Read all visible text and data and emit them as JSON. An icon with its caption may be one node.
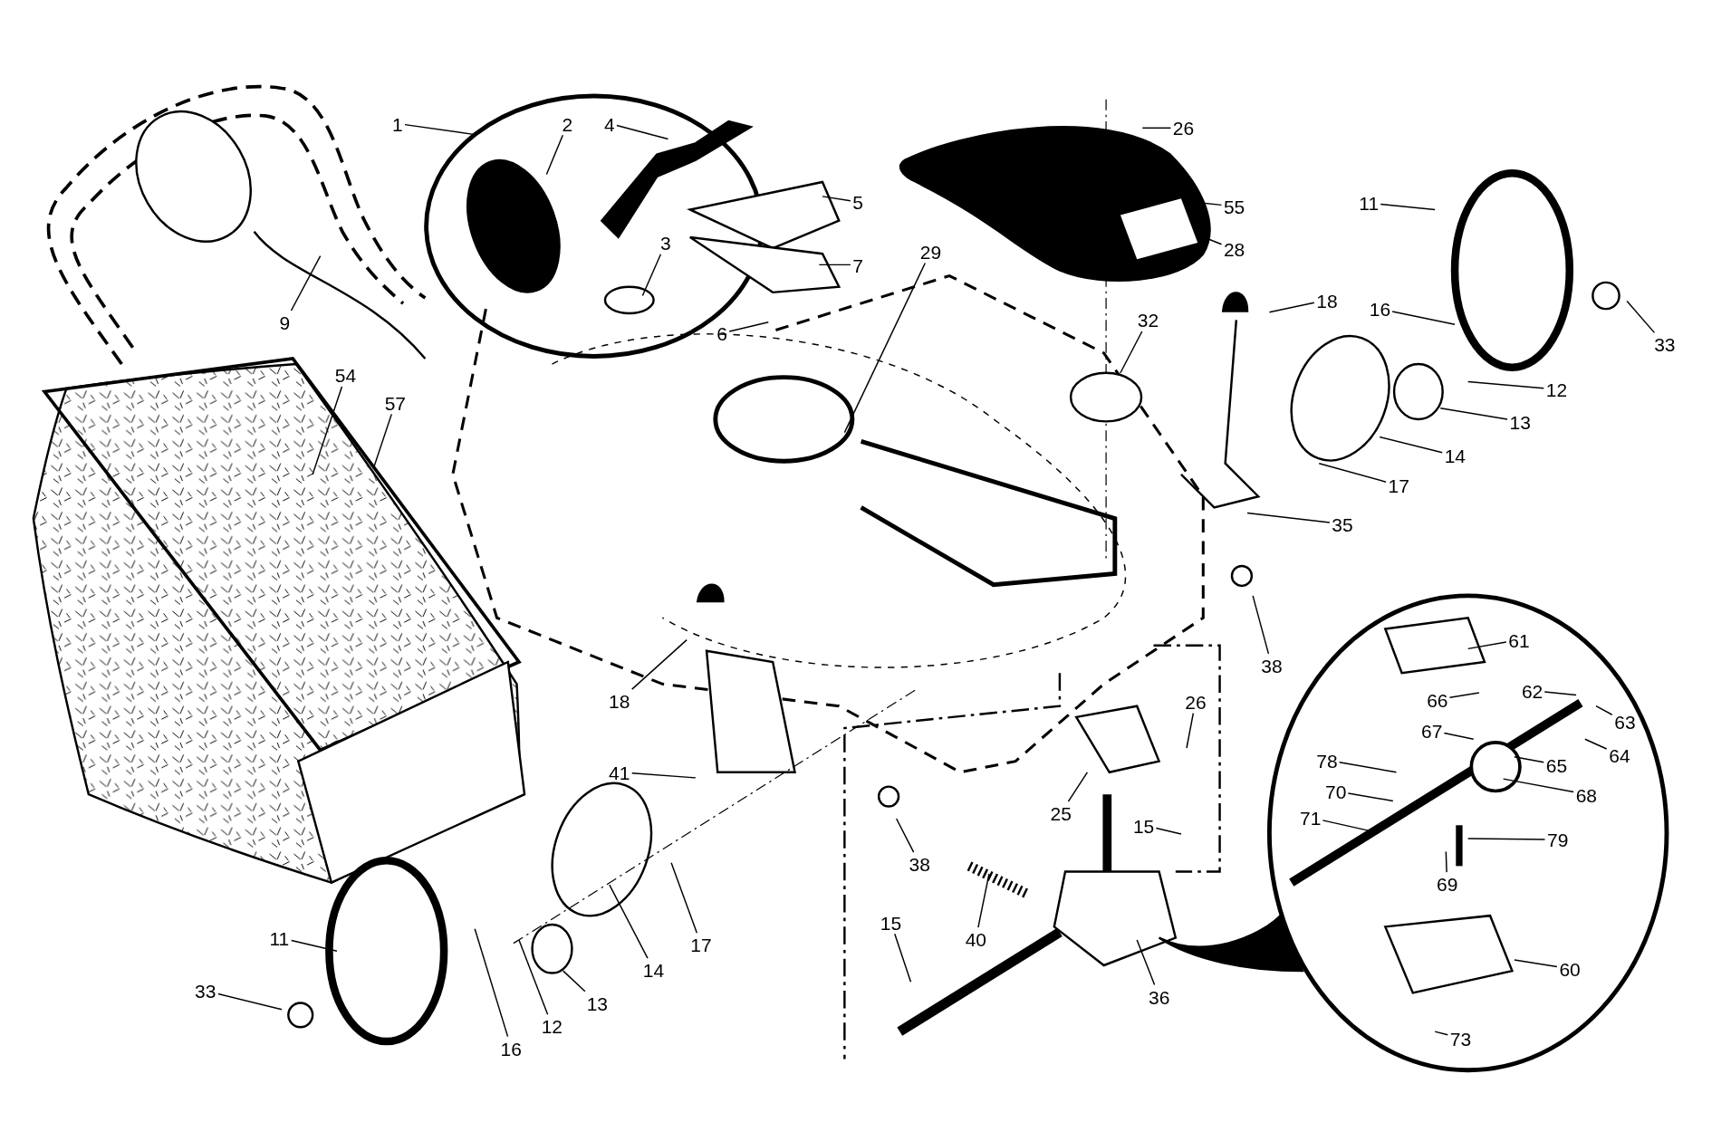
{
  "diagram": {
    "nodes": [
      {
        "text": [
          "1"
        ]
      },
      {
        "text": [
          "2"
        ]
      },
      {
        "text": [
          "4"
        ]
      },
      {
        "text": [
          "26"
        ]
      },
      {
        "text": [
          "9"
        ]
      },
      {
        "text": [
          "5"
        ]
      },
      {
        "text": [
          "55"
        ]
      },
      {
        "text": [
          "11"
        ]
      },
      {
        "text": [
          "3"
        ]
      },
      {
        "text": [
          "29"
        ]
      },
      {
        "text": [
          "28"
        ]
      },
      {
        "text": [
          "7"
        ]
      },
      {
        "text": [
          "18"
        ]
      },
      {
        "text": [
          "16"
        ]
      },
      {
        "text": [
          "6"
        ]
      },
      {
        "text": [
          "32"
        ]
      },
      {
        "text": [
          "33"
        ]
      },
      {
        "text": [
          "54"
        ]
      },
      {
        "text": [
          "57"
        ]
      },
      {
        "text": [
          "12"
        ]
      },
      {
        "text": [
          "13"
        ]
      },
      {
        "text": [
          "14"
        ]
      },
      {
        "text": [
          "17"
        ]
      },
      {
        "text": [
          "35"
        ]
      },
      {
        "text": [
          "61"
        ]
      },
      {
        "text": [
          "38"
        ]
      },
      {
        "text": [
          "18"
        ]
      },
      {
        "text": [
          "66"
        ]
      },
      {
        "text": [
          "62"
        ]
      },
      {
        "text": [
          "26"
        ]
      },
      {
        "text": [
          "67"
        ]
      },
      {
        "text": [
          "63"
        ]
      },
      {
        "text": [
          "64"
        ]
      },
      {
        "text": [
          "78"
        ]
      },
      {
        "text": [
          "65"
        ]
      },
      {
        "text": [
          "41"
        ]
      },
      {
        "text": [
          "70"
        ]
      },
      {
        "text": [
          "68"
        ]
      },
      {
        "text": [
          "25"
        ]
      },
      {
        "text": [
          "71"
        ]
      },
      {
        "text": [
          "15"
        ]
      },
      {
        "text": [
          "79"
        ]
      },
      {
        "text": [
          "38"
        ]
      },
      {
        "text": [
          "69"
        ]
      },
      {
        "text": [
          "15"
        ]
      },
      {
        "text": [
          "11"
        ]
      },
      {
        "text": [
          "40"
        ]
      },
      {
        "text": [
          "17"
        ]
      },
      {
        "text": [
          "60"
        ]
      },
      {
        "text": [
          "14"
        ]
      },
      {
        "text": [
          "33"
        ]
      },
      {
        "text": [
          "36"
        ]
      },
      {
        "text": [
          "13"
        ]
      },
      {
        "text": [
          "12"
        ]
      },
      {
        "text": [
          "73"
        ]
      },
      {
        "text": [
          "16"
        ]
      }
    ],
    "edges": [
      {
        "from": 0,
        "to": null,
        "arrow": "none"
      },
      {
        "from": 1,
        "to": null,
        "arrow": "none"
      },
      {
        "from": 2,
        "to": null,
        "arrow": "none"
      },
      {
        "from": 3,
        "to": null,
        "arrow": "none"
      },
      {
        "from": 4,
        "to": null,
        "arrow": "none"
      },
      {
        "from": 5,
        "to": null,
        "arrow": "none"
      },
      {
        "from": 6,
        "to": null,
        "arrow": "none"
      },
      {
        "from": 7,
        "to": null,
        "arrow": "none"
      },
      {
        "from": 8,
        "to": null,
        "arrow": "none"
      },
      {
        "from": 9,
        "to": null,
        "arrow": "none"
      },
      {
        "from": 10,
        "to": null,
        "arrow": "none"
      },
      {
        "from": 11,
        "to": null,
        "arrow": "none"
      },
      {
        "from": 12,
        "to": null,
        "arrow": "none"
      },
      {
        "from": 13,
        "to": null,
        "arrow": "none"
      },
      {
        "from": 14,
        "to": null,
        "arrow": "none"
      },
      {
        "from": 15,
        "to": null,
        "arrow": "none"
      },
      {
        "from": 16,
        "to": null,
        "arrow": "none"
      },
      {
        "from": 17,
        "to": null,
        "arrow": "none"
      },
      {
        "from": 18,
        "to": null,
        "arrow": "none"
      },
      {
        "from": 19,
        "to": null,
        "arrow": "none"
      },
      {
        "from": 20,
        "to": null,
        "arrow": "none"
      },
      {
        "from": 21,
        "to": null,
        "arrow": "none"
      },
      {
        "from": 22,
        "to": null,
        "arrow": "none"
      },
      {
        "from": 23,
        "to": null,
        "arrow": "none"
      },
      {
        "from": 24,
        "to": null,
        "arrow": "none"
      },
      {
        "from": 25,
        "to": null,
        "arrow": "none"
      },
      {
        "from": 26,
        "to": null,
        "arrow": "none"
      },
      {
        "from": 27,
        "to": null,
        "arrow": "none"
      },
      {
        "from": 28,
        "to": null,
        "arrow": "none"
      },
      {
        "from": 29,
        "to": null,
        "arrow": "none"
      },
      {
        "from": 30,
        "to": null,
        "arrow": "none"
      },
      {
        "from": 31,
        "to": null,
        "arrow": "none"
      },
      {
        "from": 32,
        "to": null,
        "arrow": "none"
      },
      {
        "from": 33,
        "to": null,
        "arrow": "none"
      },
      {
        "from": 34,
        "to": null,
        "arrow": "none"
      },
      {
        "from": 35,
        "to": null,
        "arrow": "none"
      },
      {
        "from": 36,
        "to": null,
        "arrow": "none"
      },
      {
        "from": 37,
        "to": null,
        "arrow": "none"
      },
      {
        "from": 38,
        "to": null,
        "arrow": "none"
      },
      {
        "from": 39,
        "to": null,
        "arrow": "none"
      },
      {
        "from": 40,
        "to": null,
        "arrow": "none"
      },
      {
        "from": 41,
        "to": null,
        "arrow": "none"
      },
      {
        "from": 42,
        "to": null,
        "arrow": "none"
      },
      {
        "from": 43,
        "to": null,
        "arrow": "none"
      },
      {
        "from": 44,
        "to": null,
        "arrow": "none"
      },
      {
        "from": 45,
        "to": null,
        "arrow": "none"
      },
      {
        "from": 46,
        "to": null,
        "arrow": "none"
      },
      {
        "from": 47,
        "to": null,
        "arrow": "none"
      },
      {
        "from": 48,
        "to": null,
        "arrow": "none"
      },
      {
        "from": 49,
        "to": null,
        "arrow": "none"
      },
      {
        "from": 50,
        "to": null,
        "arrow": "none"
      },
      {
        "from": 51,
        "to": null,
        "arrow": "none"
      },
      {
        "from": 52,
        "to": null,
        "arrow": "none"
      },
      {
        "from": 53,
        "to": null,
        "arrow": "none"
      },
      {
        "from": 54,
        "to": null,
        "arrow": "none"
      },
      {
        "from": 55,
        "to": null,
        "arrow": "none"
      }
    ]
  }
}
